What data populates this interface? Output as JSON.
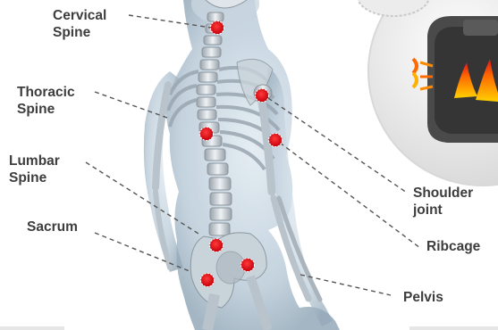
{
  "labels": {
    "cervical_spine": "Cervical\nSpine",
    "thoracic_spine": "Thoracic\nSpine",
    "lumbar_spine": "Lumbar\nSpine",
    "sacrum": "Sacrum",
    "shoulder_joint": "Shoulder\njoint",
    "ribcage": "Ribcage",
    "pelvis": "Pelvis"
  },
  "colors": {
    "marker": "#e0141e",
    "leader": "#555555",
    "heat_accent": "#ff6a00"
  }
}
